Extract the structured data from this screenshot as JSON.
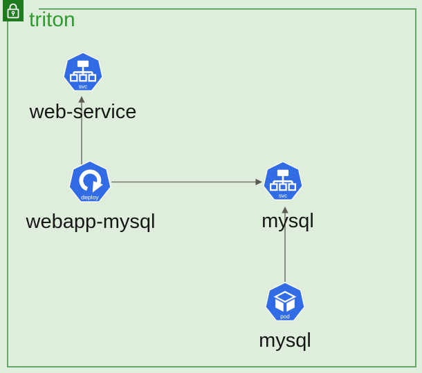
{
  "namespace": {
    "name": "triton",
    "icon": "padlock-icon"
  },
  "nodes": [
    {
      "id": "web-service",
      "kind": "service",
      "label": "web-service",
      "badge": "svc"
    },
    {
      "id": "webapp-mysql",
      "kind": "deployment",
      "label": "webapp-mysql",
      "badge": "deploy"
    },
    {
      "id": "mysql-svc",
      "kind": "service",
      "label": "mysql",
      "badge": "svc"
    },
    {
      "id": "mysql-pod",
      "kind": "pod",
      "label": "mysql",
      "badge": "pod"
    }
  ],
  "edges": [
    {
      "from": "webapp-mysql",
      "to": "web-service"
    },
    {
      "from": "webapp-mysql",
      "to": "mysql-svc"
    },
    {
      "from": "mysql-pod",
      "to": "mysql-svc"
    }
  ],
  "colors": {
    "background": "#dfeedc",
    "border": "#63a763",
    "namespace_icon_bg": "#1e7c1e",
    "namespace_text": "#2f9b2f",
    "k8s_blue": "#326ce5",
    "edge_line": "#75756d",
    "edge_arrow": "#5c5c54",
    "label_text": "#161616"
  }
}
